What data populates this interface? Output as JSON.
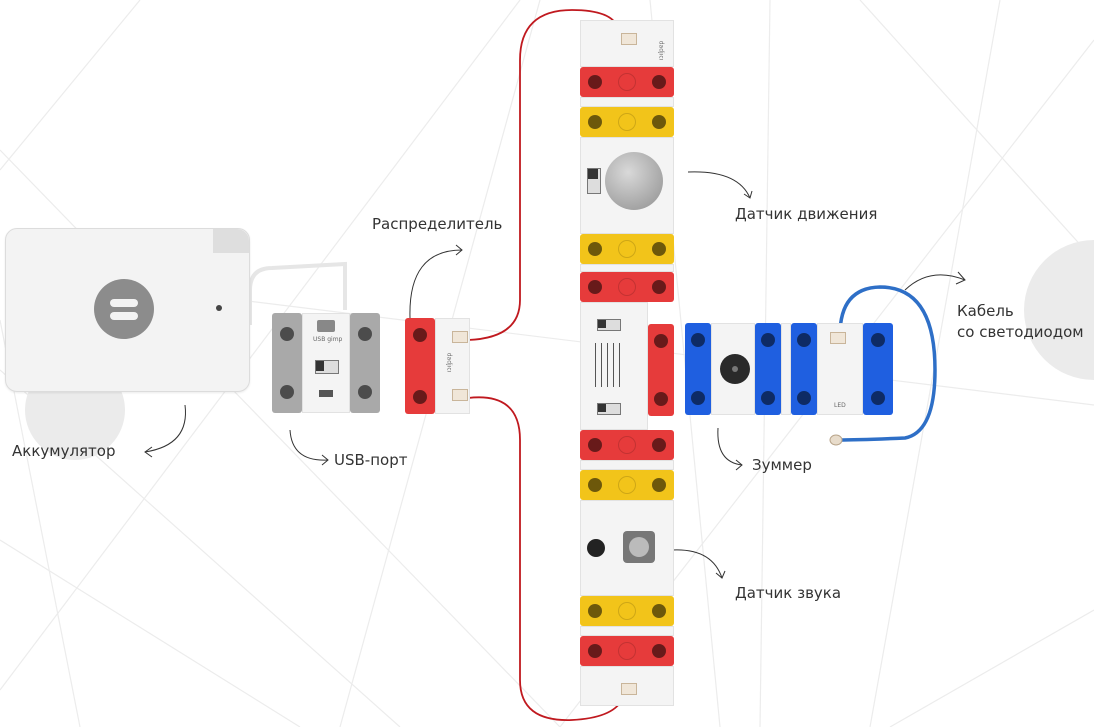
{
  "labels": {
    "battery": "Аккумулятор",
    "usb_port": "USB-порт",
    "splitter": "Распределитель",
    "motion_sensor": "Датчик движения",
    "led_cable_line1": "Кабель",
    "led_cable_line2": "со светодиодом",
    "buzzer": "Зуммер",
    "sound_sensor": "Датчик звука"
  },
  "board_text": {
    "usb_board": "USB gimp",
    "brand": "dadjıcı",
    "led_text": "LED"
  },
  "colors": {
    "red_brick": "#e63b3b",
    "yellow_brick": "#f2c41a",
    "blue_brick": "#1f5fe0",
    "gray_brick": "#a9a9a9",
    "wire_red": "#c0191f",
    "wire_blue": "#2e6fc7",
    "battery_body": "#f2f2f2",
    "battery_logo": "#8c8c8c"
  },
  "icons": {
    "battery_logo": "equals-logo-icon",
    "motion_dome": "pir-dome-icon",
    "buzzer": "buzzer-disc-icon",
    "microphone": "microphone-icon"
  }
}
